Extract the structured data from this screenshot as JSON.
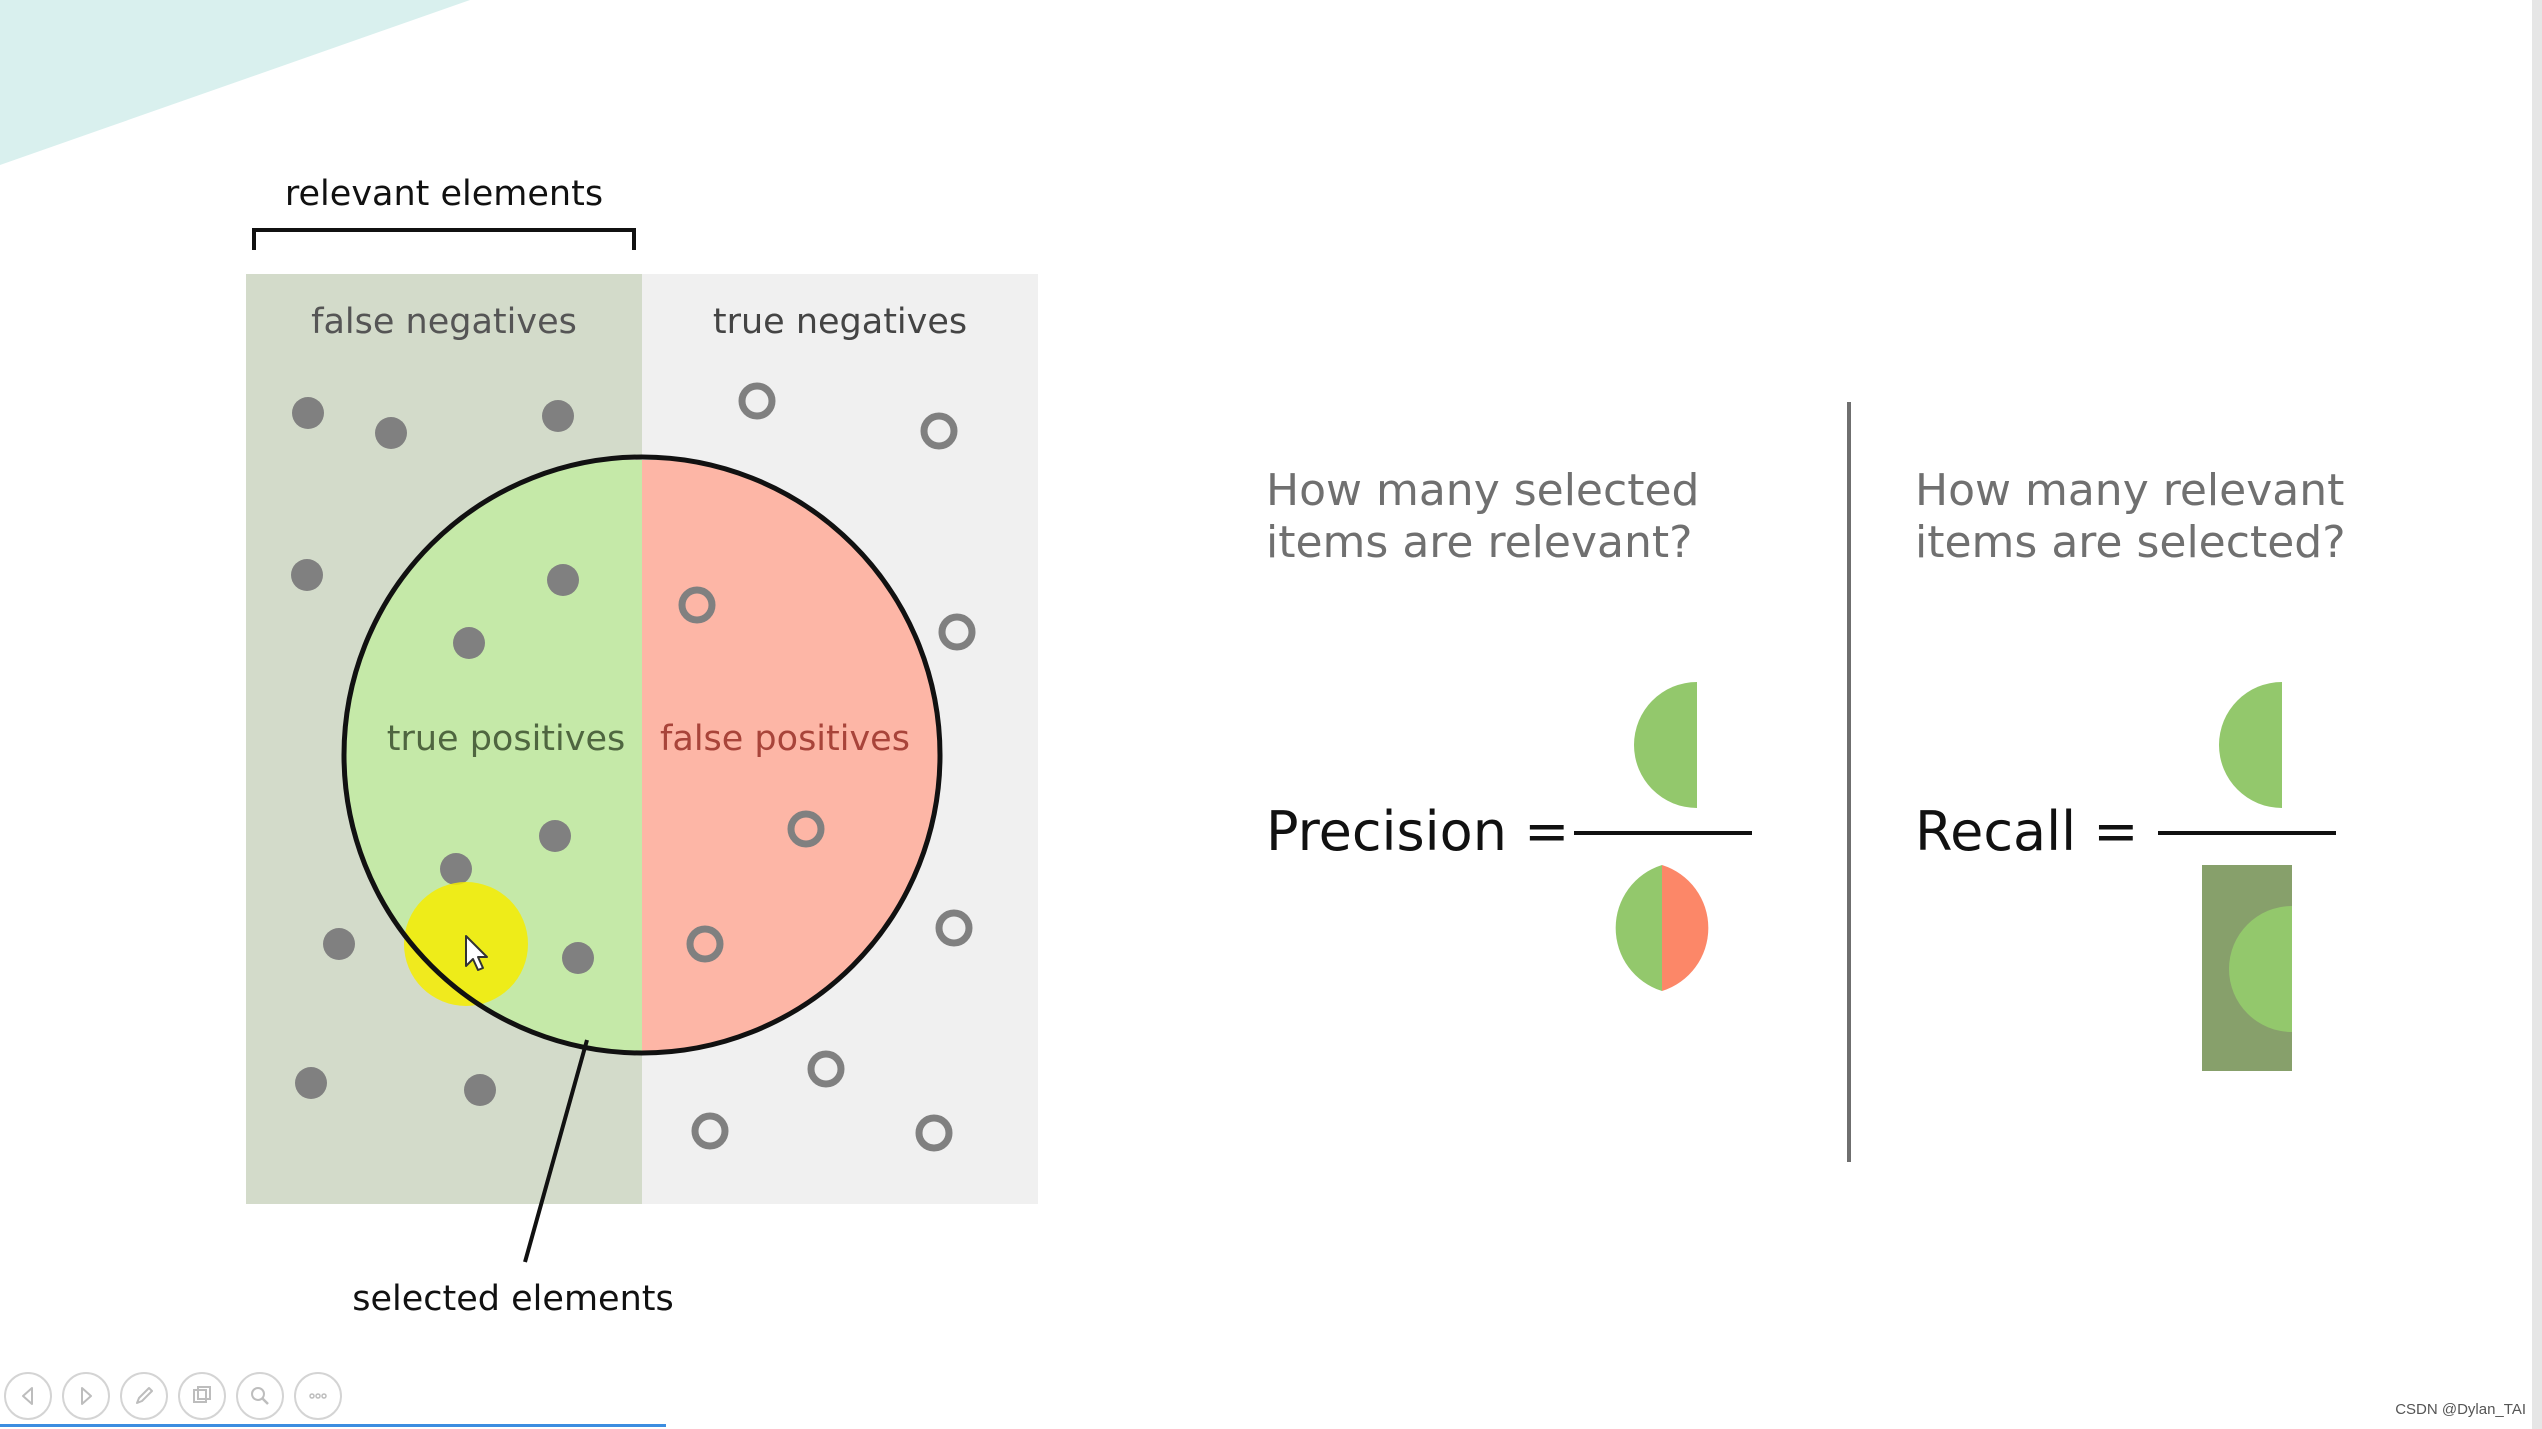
{
  "diagram": {
    "relevant_label": "relevant elements",
    "false_negatives_label": "false negatives",
    "true_negatives_label": "true negatives",
    "true_positives_label": "true positives",
    "false_positives_label": "false positives",
    "selected_label": "selected elements"
  },
  "precision": {
    "question_line1": "How many selected",
    "question_line2": "items are relevant?",
    "label": "Precision ="
  },
  "recall": {
    "question_line1": "How many relevant",
    "question_line2": "items are selected?",
    "label": "Recall ="
  },
  "toolbar": {
    "icons": [
      "previous-icon",
      "next-icon",
      "pen-icon",
      "slides-icon",
      "zoom-icon",
      "more-icon"
    ]
  },
  "credit": "CSDN @Dylan_TAI",
  "colors": {
    "relevant_panel": "#d3dbca",
    "nonrelevant_panel": "#f0f0f0",
    "true_positive_fill": "#c5e9a8",
    "false_positive_fill": "#fdb6a6",
    "green_half": "#93c86c",
    "red_half": "#fc8768",
    "dark_green": "#87a06b",
    "dot": "#808080",
    "divider": "#6f6f6f",
    "pointer_highlight": "#f5ec00",
    "teal_accent": "#d9f0ee"
  }
}
